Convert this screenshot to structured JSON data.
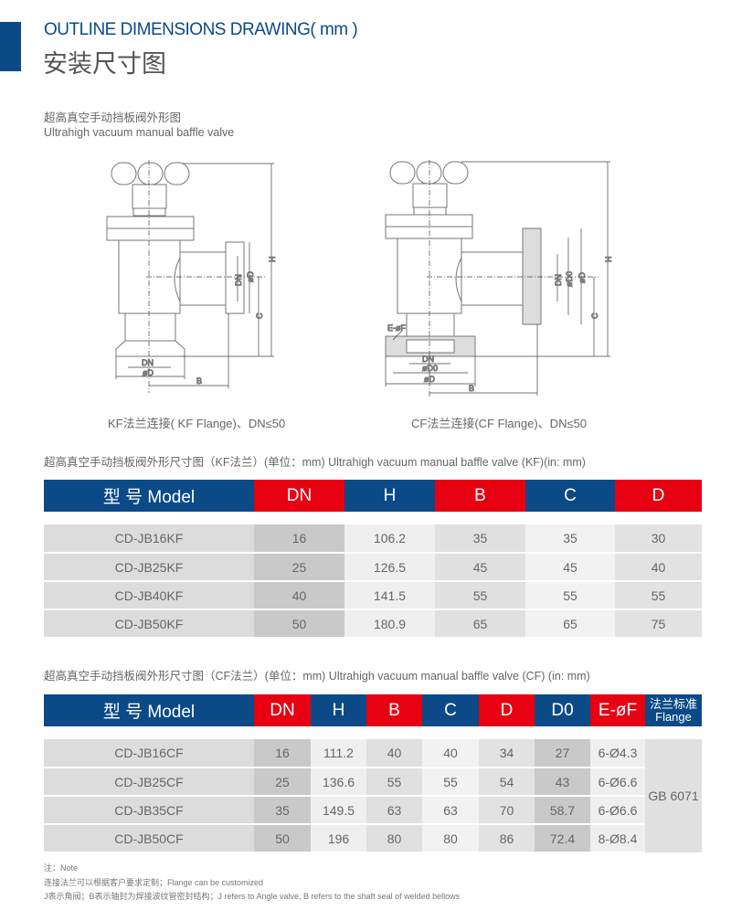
{
  "header": {
    "title_en": "OUTLINE DIMENSIONS DRAWING( mm )",
    "title_cn": "安装尺寸图"
  },
  "intro": {
    "cn": "超高真空手动挡板阀外形图",
    "en": "Ultrahigh vacuum manual baffle valve"
  },
  "drawings": {
    "kf": {
      "caption": "KF法兰连接( KF Flange)、DN≤50",
      "labels": {
        "H": "H",
        "C": "C",
        "DN": "DN",
        "D": "øD",
        "B": "B"
      }
    },
    "cf": {
      "caption": "CF法兰连接(CF Flange)、DN≤50",
      "labels": {
        "H": "H",
        "C": "C",
        "DN": "DN",
        "D": "øD",
        "D0": "øD0",
        "B": "B",
        "EF": "E-øF"
      }
    }
  },
  "kf_table": {
    "caption": "超高真空手动挡板阀外形尺寸图（KF法兰）(单位：mm)   Ultrahigh vacuum manual baffle valve (KF)(in: mm)",
    "headers": [
      "型 号 Model",
      "DN",
      "H",
      "B",
      "C",
      "D"
    ],
    "rows": [
      [
        "CD-JB16KF",
        "16",
        "106.2",
        "35",
        "35",
        "30"
      ],
      [
        "CD-JB25KF",
        "25",
        "126.5",
        "45",
        "45",
        "40"
      ],
      [
        "CD-JB40KF",
        "40",
        "141.5",
        "55",
        "55",
        "55"
      ],
      [
        "CD-JB50KF",
        "50",
        "180.9",
        "65",
        "65",
        "75"
      ]
    ]
  },
  "cf_table": {
    "caption": "超高真空手动挡板阀外形尺寸图（CF法兰）(单位：mm)   Ultrahigh vacuum manual baffle valve (CF) (in: mm)",
    "headers": [
      "型 号 Model",
      "DN",
      "H",
      "B",
      "C",
      "D",
      "D0",
      "E-øF"
    ],
    "flange_header_cn": "法兰标准",
    "flange_header_en": "Flange",
    "flange_value": "GB 6071",
    "rows": [
      [
        "CD-JB16CF",
        "16",
        "111.2",
        "40",
        "40",
        "34",
        "27",
        "6-Ø4.3"
      ],
      [
        "CD-JB25CF",
        "25",
        "136.6",
        "55",
        "55",
        "54",
        "43",
        "6-Ø6.6"
      ],
      [
        "CD-JB35CF",
        "35",
        "149.5",
        "63",
        "63",
        "70",
        "58.7",
        "6-Ø6.6"
      ],
      [
        "CD-JB50CF",
        "50",
        "196",
        "80",
        "80",
        "86",
        "72.4",
        "8-Ø8.4"
      ]
    ]
  },
  "notes": [
    "注：Note",
    "连接法兰可以根据客户要求定制；Flange can be customized",
    "J表示角阀；B表示轴封为焊接波纹管密封结构；J refers to Angle valve, B refers to the shaft seal of welded bellows"
  ]
}
